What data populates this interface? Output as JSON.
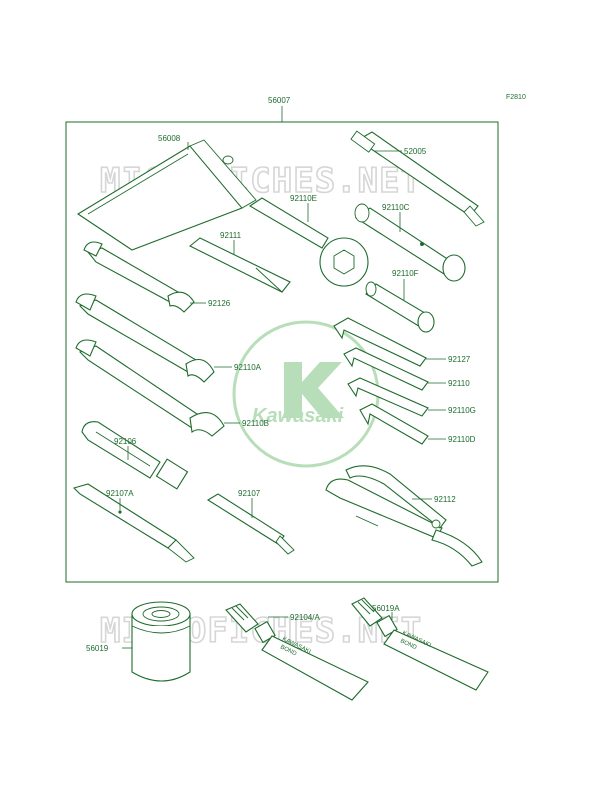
{
  "figure_code": "F2810",
  "watermark_text": "MICROFICHES.NET",
  "logo_text": "Kawasaki",
  "tube_label_line1": "KAWASAKI",
  "tube_label_line2": "BOND",
  "colors": {
    "line": "#1e6b2c",
    "watermark": "#d6d6d6",
    "logo_green": "#8dc98f"
  },
  "callouts": {
    "kit": "56007",
    "bag": "56008",
    "plug_wrench": "52005",
    "ring_wrench": "92110E",
    "box_spanner_c": "92110C",
    "handle_bar": "92111",
    "box_spanner_f": "92110F",
    "wrench_92126": "92126",
    "hex_92127": "92127",
    "wrench_92110a": "92110A",
    "hex_92110": "92110",
    "hex_92110g": "92110G",
    "wrench_92110b": "92110B",
    "hex_92110d": "92110D",
    "screwdriver_handle": "92106",
    "screwdriver_bit_a": "92107A",
    "screwdriver_bit": "92107",
    "pliers": "92112",
    "bond_tube_a": "92104/A",
    "bond_tube_b": "56019A",
    "oil_filter": "56019"
  }
}
